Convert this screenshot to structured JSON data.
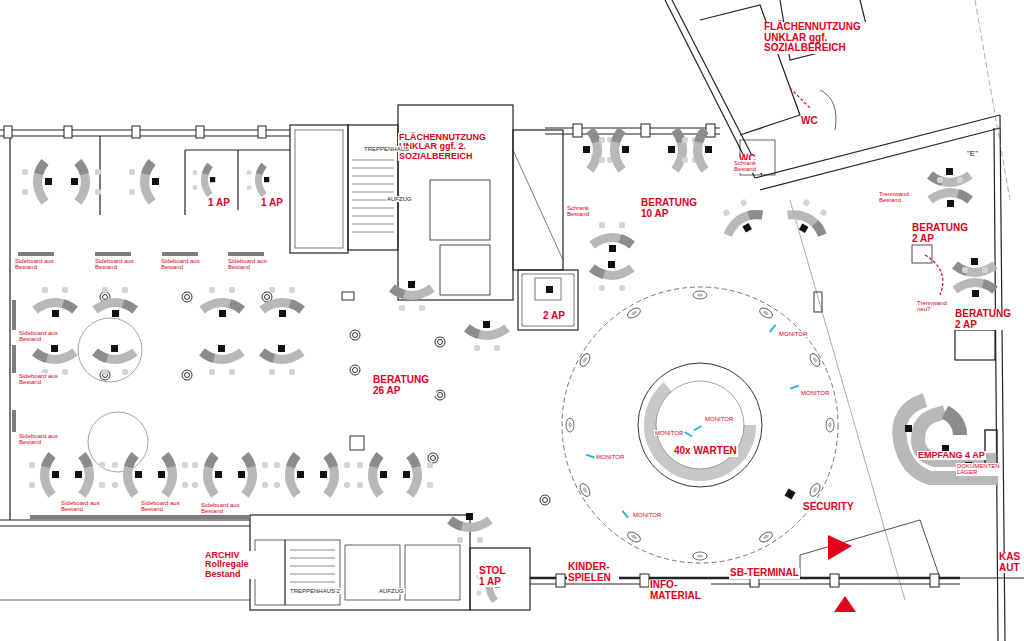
{
  "diagram": {
    "labels": [
      "FLÄCHENNUTZUNG UNKLAR ggf. SOZIALBEREICH",
      "WC",
      "WC",
      "\"E\"",
      "FLÄCHENNUTZUNG UNKLAR ggf. 2. SOZIALBEREICH",
      "1 AP",
      "1 AP",
      "BERATUNG 10 AP",
      "BERATUNG 2 AP",
      "BERATUNG 2 AP",
      "2 AP",
      "BERATUNG 26 AP",
      "40x WARTEN",
      "SECURITY",
      "EMPFANG 4 AP",
      "ARCHIV Rollregale Bestand",
      "STOL 1 AP",
      "KINDER- SPIELEN",
      "INFO- MATERIAL",
      "SB-TERMINAL",
      "KAS AUT",
      "Sideboard aus Bestand",
      "Sideboard aus Bestand",
      "Sideboard aus Bestand",
      "Sideboard aus Bestand",
      "Sideboard aus Bestand",
      "Sideboard aus Bestand",
      "Sideboard aus Bestand",
      "Sideboard aus Bestand",
      "Sideboard aus Bestand",
      "Sideboard aus Bestand",
      "Schrank Bestand",
      "Schrank Bestand",
      "Trennwand Bestand",
      "Trennwand neu?",
      "DOKUMENTEN LAGER",
      "MONITOR",
      "MONITOR",
      "MONITOR",
      "MONITOR",
      "MONITOR",
      "MONITOR",
      "TREPPENHAUS",
      "AUFZUG",
      "TREPPENHAUS 2",
      "AUFZUG"
    ]
  }
}
